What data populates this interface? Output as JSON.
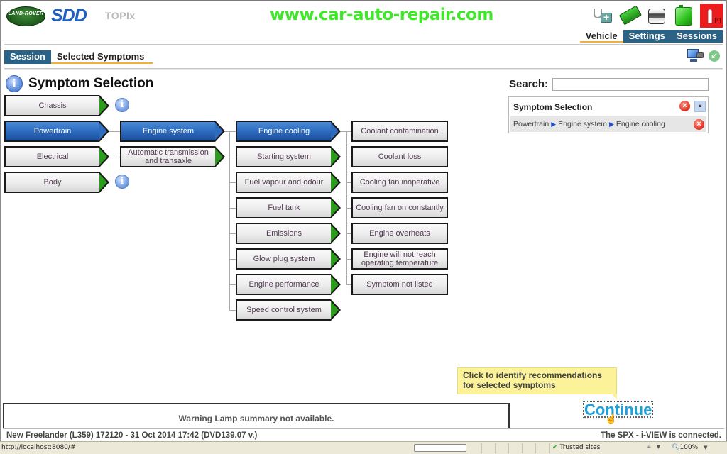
{
  "header": {
    "brand_logo": "LAND-ROVER",
    "app_name": "SDD",
    "module": "TOPIx",
    "watermark": "www.car-auto-repair.com",
    "tool_icons": [
      "health-check-icon",
      "ecu-module-icon",
      "vci-device-icon",
      "battery-icon",
      "wireless-disconnected-icon"
    ]
  },
  "main_tabs": [
    {
      "label": "Vehicle",
      "active": true
    },
    {
      "label": "Settings",
      "active": false
    },
    {
      "label": "Sessions",
      "active": false
    }
  ],
  "sub_tabs": [
    {
      "label": "Session",
      "active": false
    },
    {
      "label": "Selected Symptoms",
      "active": true
    }
  ],
  "page": {
    "title": "Symptom Selection"
  },
  "tree": {
    "level1": [
      {
        "label": "Chassis",
        "selected": false,
        "info": true
      },
      {
        "label": "Powertrain",
        "selected": true,
        "info": false
      },
      {
        "label": "Electrical",
        "selected": false,
        "info": false
      },
      {
        "label": "Body",
        "selected": false,
        "info": true
      }
    ],
    "level2": [
      {
        "label": "Engine system",
        "selected": true
      },
      {
        "label": "Automatic transmission and transaxle",
        "selected": false
      }
    ],
    "level3": [
      {
        "label": "Engine cooling",
        "selected": true
      },
      {
        "label": "Starting system",
        "selected": false
      },
      {
        "label": "Fuel vapour and odour",
        "selected": false
      },
      {
        "label": "Fuel tank",
        "selected": false
      },
      {
        "label": "Emissions",
        "selected": false
      },
      {
        "label": "Glow plug system",
        "selected": false
      },
      {
        "label": "Engine performance",
        "selected": false
      },
      {
        "label": "Speed control system",
        "selected": false
      }
    ],
    "level4": [
      {
        "label": "Coolant contamination"
      },
      {
        "label": "Coolant loss"
      },
      {
        "label": "Cooling fan inoperative"
      },
      {
        "label": "Cooling fan on constantly"
      },
      {
        "label": "Engine overheats"
      },
      {
        "label": "Engine will not reach operating temperature"
      },
      {
        "label": "Symptom not listed"
      }
    ]
  },
  "search": {
    "label": "Search:",
    "value": "",
    "placeholder": ""
  },
  "selection_panel": {
    "title": "Symptom Selection",
    "path": [
      "Powertrain",
      "Engine system",
      "Engine cooling"
    ]
  },
  "tooltip": {
    "text": "Click to identify recommendations for selected symptoms"
  },
  "continue_button": {
    "label": "Continue"
  },
  "warning_box": {
    "text": "Warning Lamp summary not available."
  },
  "status_bar": {
    "vehicle_info": "New Freelander (L359) 172120 - 31 Oct 2014 17:42 (DVD139.07 v.)",
    "connection": "The SPX - i-VIEW is connected."
  },
  "browser_status": {
    "url": "http://localhost:8080/#",
    "zone": "Trusted sites",
    "zoom": "100%"
  },
  "colors": {
    "tab_blue": "#2b6386",
    "selected_blue": "#2a68bc",
    "arrow_green": "#2c9c1c",
    "continue_blue": "#1ca0de",
    "tooltip_yellow": "#fbf29a",
    "watermark_green": "#3fe62a",
    "close_red": "#e43a2a"
  }
}
